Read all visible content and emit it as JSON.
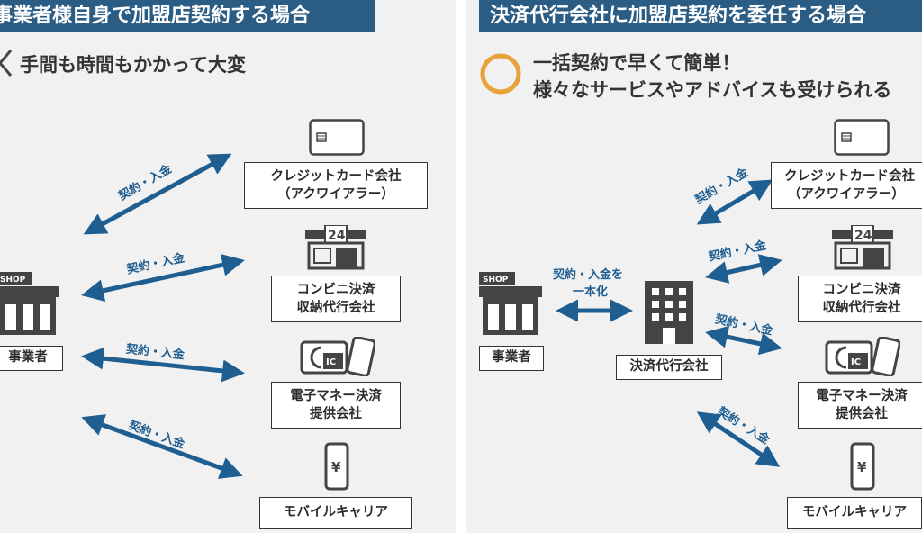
{
  "colors": {
    "banner": "#2a5c84",
    "arrow": "#1f5e91",
    "accent": "#e8a23a",
    "panel": "#f1f1f1"
  },
  "left": {
    "banner": "事業者様自身で加盟店契約する場合",
    "mark_icon": "cross-mark-icon",
    "heading": "手間も時間もかかって大変",
    "shop_sign": "SHOP",
    "merchant": "事業者",
    "arrow_label": "契約・入金",
    "providers": {
      "credit": {
        "line1": "クレジットカード会社",
        "line2": "（アクワイアラー）"
      },
      "convenience": {
        "line1": "コンビニ決済",
        "line2": "収納代行会社",
        "sign": "24"
      },
      "emoney": {
        "line1": "電子マネー決済",
        "line2": "提供会社",
        "ic": "IC"
      },
      "mobile": {
        "line1": "モバイルキャリア",
        "yen": "¥"
      }
    }
  },
  "right": {
    "banner": "決済代行会社に加盟店契約を委任する場合",
    "mark_icon": "circle-mark-icon",
    "heading_line1": "一括契約で早くて簡単！",
    "heading_line2": "様々なサービスやアドバイスも受けられる",
    "shop_sign": "SHOP",
    "merchant": "事業者",
    "unify_label_line1": "契約・入金を",
    "unify_label_line2": "一本化",
    "agent": "決済代行会社",
    "arrow_label": "契約・入金",
    "providers": {
      "credit": {
        "line1": "クレジットカード会社",
        "line2": "（アクワイアラー）"
      },
      "convenience": {
        "line1": "コンビニ決済",
        "line2": "収納代行会社",
        "sign": "24"
      },
      "emoney": {
        "line1": "電子マネー決済",
        "line2": "提供会社",
        "ic": "IC"
      },
      "mobile": {
        "line1": "モバイルキャリア",
        "yen": "¥"
      }
    }
  }
}
